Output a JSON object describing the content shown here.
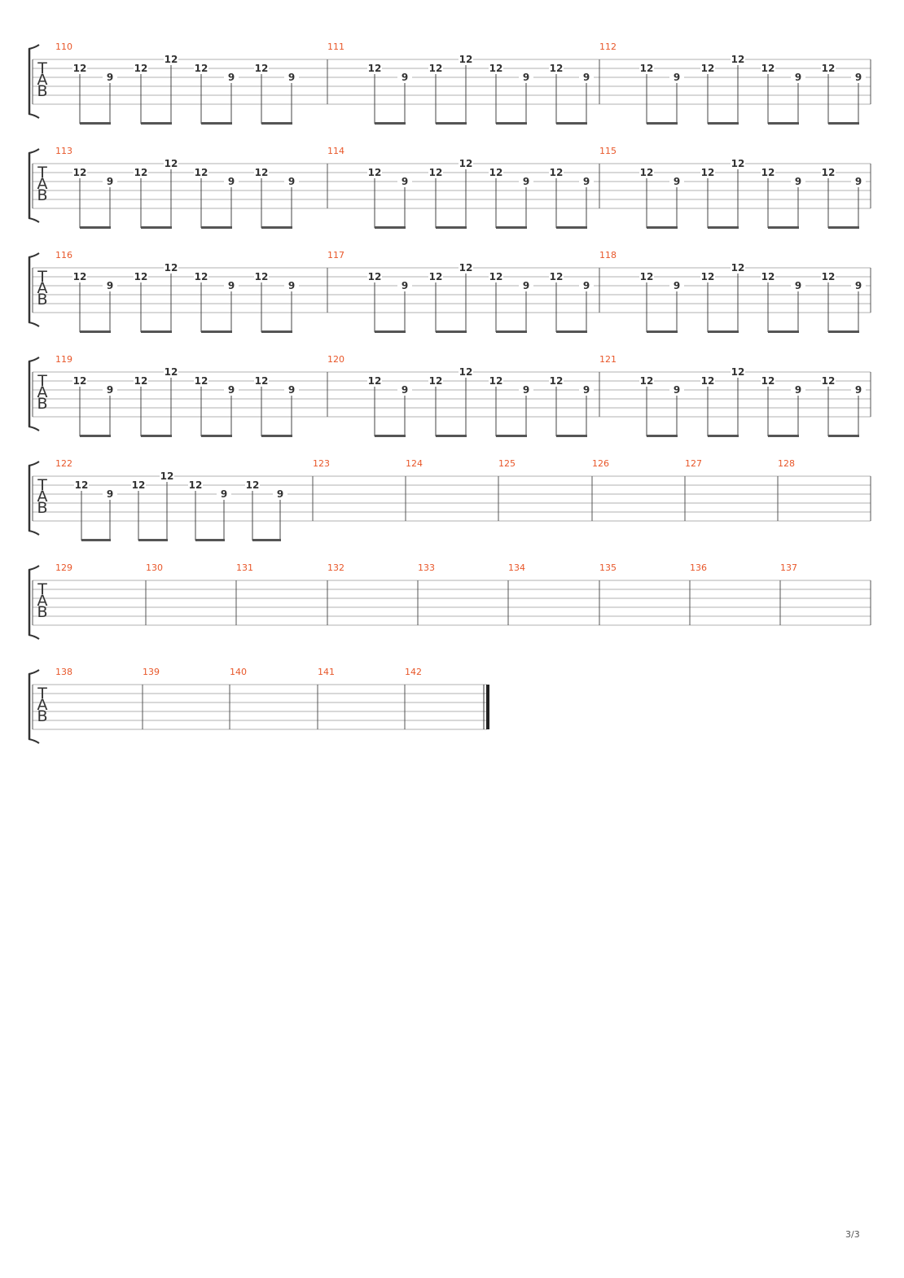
{
  "tab_letters": [
    "T",
    "A",
    "B"
  ],
  "pattern": [
    {
      "fret": "12",
      "string": 2
    },
    {
      "fret": "9",
      "string": 3
    },
    {
      "fret": "12",
      "string": 2
    },
    {
      "fret": "12",
      "string": 1
    },
    {
      "fret": "12",
      "string": 2
    },
    {
      "fret": "9",
      "string": 3
    },
    {
      "fret": "12",
      "string": 2
    },
    {
      "fret": "9",
      "string": 3
    }
  ],
  "systems": [
    {
      "measures": [
        {
          "number": "110",
          "notes": true
        },
        {
          "number": "111",
          "notes": true
        },
        {
          "number": "112",
          "notes": true
        }
      ]
    },
    {
      "measures": [
        {
          "number": "113",
          "notes": true
        },
        {
          "number": "114",
          "notes": true
        },
        {
          "number": "115",
          "notes": true
        }
      ]
    },
    {
      "measures": [
        {
          "number": "116",
          "notes": true
        },
        {
          "number": "117",
          "notes": true
        },
        {
          "number": "118",
          "notes": true
        }
      ]
    },
    {
      "measures": [
        {
          "number": "119",
          "notes": true
        },
        {
          "number": "120",
          "notes": true
        },
        {
          "number": "121",
          "notes": true
        }
      ]
    },
    {
      "measures": [
        {
          "number": "122",
          "notes": true
        },
        {
          "number": "123",
          "notes": false
        },
        {
          "number": "124",
          "notes": false
        },
        {
          "number": "125",
          "notes": false
        },
        {
          "number": "126",
          "notes": false
        },
        {
          "number": "127",
          "notes": false
        },
        {
          "number": "128",
          "notes": false
        }
      ]
    },
    {
      "measures": [
        {
          "number": "129",
          "notes": false
        },
        {
          "number": "130",
          "notes": false
        },
        {
          "number": "131",
          "notes": false
        },
        {
          "number": "132",
          "notes": false
        },
        {
          "number": "133",
          "notes": false
        },
        {
          "number": "134",
          "notes": false
        },
        {
          "number": "135",
          "notes": false
        },
        {
          "number": "136",
          "notes": false
        },
        {
          "number": "137",
          "notes": false
        }
      ]
    },
    {
      "measures": [
        {
          "number": "138",
          "notes": false
        },
        {
          "number": "139",
          "notes": false
        },
        {
          "number": "140",
          "notes": false
        },
        {
          "number": "141",
          "notes": false
        },
        {
          "number": "142",
          "notes": false
        }
      ],
      "final_barline": true
    }
  ],
  "page_number": "3/3",
  "colors": {
    "measure_number": "#e8572a",
    "staff_line": "#b0b0b0",
    "ink": "#333333"
  }
}
